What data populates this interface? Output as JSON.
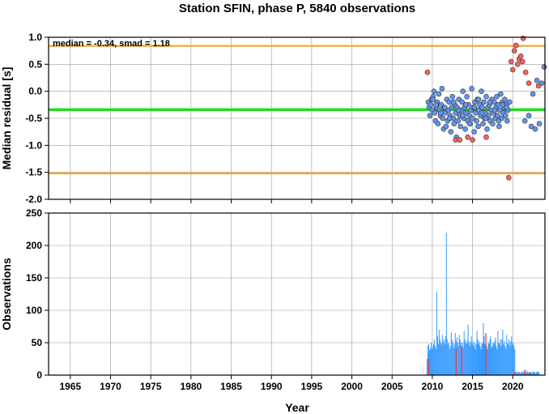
{
  "chart_data": [
    {
      "type": "scatter",
      "title": "Station SFIN, phase P, 5840 observations",
      "xlabel": "",
      "ylabel": "Median residual [s]",
      "xlim": [
        1962.3,
        2024
      ],
      "ylim": [
        -2.0,
        1.0
      ],
      "yticks": [
        "1.0",
        "0.5",
        "0.0",
        "-0.5",
        "-1.0",
        "-1.5",
        "-2.0"
      ],
      "ytick_values": [
        1.0,
        0.5,
        0.0,
        -0.5,
        -1.0,
        -1.5,
        -2.0
      ],
      "grid": true,
      "annotation": "median = -0.34, smad = 1.18",
      "reference_lines": [
        {
          "y": -0.34,
          "color": "#22dd22",
          "role": "median"
        },
        {
          "y": 0.84,
          "color": "#f5a623",
          "role": "upper bound"
        },
        {
          "y": -1.52,
          "color": "#f5a623",
          "role": "lower bound"
        }
      ],
      "colors": {
        "normal": "#6495ed",
        "outlier": "#ff6060"
      },
      "series": [
        {
          "marker": "normal",
          "x": [
            2009.5,
            2009.6,
            2009.7,
            2009.8,
            2009.9,
            2010.0,
            2010.1,
            2010.2,
            2010.3,
            2010.4,
            2010.5,
            2010.6,
            2010.7,
            2010.8,
            2010.9,
            2011.0,
            2011.1,
            2011.2,
            2011.3,
            2011.4,
            2011.5,
            2011.6,
            2011.7,
            2011.8,
            2011.9,
            2012.0,
            2012.1,
            2012.2,
            2012.3,
            2012.4,
            2012.5,
            2012.6,
            2012.7,
            2012.8,
            2012.9,
            2013.0,
            2013.1,
            2013.2,
            2013.3,
            2013.4,
            2013.5,
            2013.6,
            2013.7,
            2013.8,
            2013.9,
            2014.0,
            2014.1,
            2014.2,
            2014.3,
            2014.4,
            2014.5,
            2014.6,
            2014.7,
            2014.8,
            2014.9,
            2015.0,
            2015.1,
            2015.2,
            2015.3,
            2015.4,
            2015.5,
            2015.6,
            2015.7,
            2015.8,
            2015.9,
            2016.0,
            2016.1,
            2016.2,
            2016.3,
            2016.4,
            2016.5,
            2016.6,
            2016.7,
            2016.8,
            2016.9,
            2017.0,
            2017.1,
            2017.2,
            2017.3,
            2017.4,
            2017.5,
            2017.6,
            2017.7,
            2017.8,
            2017.9,
            2018.0,
            2018.1,
            2018.2,
            2018.3,
            2018.4,
            2018.5,
            2018.6,
            2018.7,
            2018.8,
            2018.9,
            2019.0,
            2019.1,
            2019.2,
            2019.3,
            2019.4,
            2019.6,
            2021.5,
            2022.0,
            2022.3,
            2022.5,
            2022.8,
            2023.0,
            2023.3,
            2023.6,
            2023.9,
            2010.05,
            2010.45,
            2011.05,
            2011.55,
            2012.15,
            2012.65,
            2013.25,
            2013.75,
            2014.15,
            2014.65,
            2015.25,
            2015.75,
            2016.15,
            2016.65,
            2017.15,
            2017.75,
            2018.25,
            2018.75,
            2019.25
          ],
          "y": [
            -0.2,
            -0.3,
            -0.45,
            -0.25,
            -0.15,
            -0.35,
            -0.1,
            0.0,
            -0.4,
            -0.55,
            -0.3,
            -0.2,
            -0.6,
            -0.05,
            -0.35,
            -0.45,
            -0.25,
            0.05,
            -0.5,
            -0.7,
            -0.3,
            -0.4,
            -0.65,
            -0.15,
            -0.55,
            -0.35,
            -0.2,
            -0.45,
            -0.75,
            -0.3,
            -0.1,
            -0.5,
            -0.6,
            -0.25,
            -0.4,
            -0.85,
            -0.3,
            -0.55,
            -0.15,
            -0.45,
            -0.65,
            -0.35,
            -0.2,
            0.0,
            -0.5,
            -0.3,
            -0.7,
            -0.4,
            -0.1,
            -0.55,
            -0.25,
            -0.45,
            -0.6,
            -0.35,
            0.05,
            -0.5,
            -0.3,
            -0.75,
            -0.2,
            -0.4,
            -0.55,
            -0.15,
            -0.65,
            -0.35,
            -0.25,
            -0.45,
            0.0,
            -0.3,
            -0.6,
            -0.2,
            -0.5,
            -0.4,
            -0.1,
            -0.7,
            -0.3,
            -0.45,
            -0.25,
            -0.55,
            -0.35,
            -0.15,
            -0.6,
            -0.4,
            -0.2,
            -0.5,
            -0.3,
            -0.1,
            -0.45,
            -0.25,
            -0.65,
            -0.35,
            -0.05,
            -0.5,
            -0.2,
            -0.4,
            -0.3,
            -0.15,
            -0.45,
            -0.25,
            -0.55,
            -0.35,
            -0.2,
            -0.55,
            -0.45,
            -0.65,
            -0.05,
            -0.7,
            0.2,
            -0.6,
            0.15,
            0.45,
            -0.15,
            -0.25,
            -0.4,
            -0.3,
            -0.5,
            -0.2,
            -0.35,
            -0.45,
            -0.25,
            -0.6,
            -0.3,
            -0.15,
            -0.4,
            -0.5,
            -0.2,
            -0.35,
            -0.55,
            -0.25,
            -0.3
          ]
        },
        {
          "marker": "outlier",
          "x": [
            2009.4,
            2012.9,
            2013.4,
            2014.4,
            2015.0,
            2016.7,
            2019.5,
            2019.8,
            2020.0,
            2020.2,
            2020.4,
            2020.6,
            2020.8,
            2021.0,
            2021.2,
            2021.3,
            2021.6,
            2022.0,
            2023.2
          ],
          "y": [
            0.35,
            -0.9,
            -0.9,
            -0.85,
            -0.9,
            -0.85,
            -1.6,
            0.55,
            0.4,
            0.75,
            0.85,
            0.5,
            0.6,
            0.65,
            0.55,
            0.98,
            0.35,
            0.15,
            0.1
          ]
        }
      ]
    },
    {
      "type": "bar",
      "title": "",
      "xlabel": "Year",
      "ylabel": "Observations",
      "xlim": [
        1962.3,
        2024
      ],
      "ylim": [
        0,
        250
      ],
      "yticks": [
        "0",
        "50",
        "100",
        "150",
        "200",
        "250"
      ],
      "ytick_values": [
        0,
        50,
        100,
        150,
        200,
        250
      ],
      "xticks": [
        "1965",
        "1970",
        "1975",
        "1980",
        "1985",
        "1990",
        "1995",
        "2000",
        "2005",
        "2010",
        "2015",
        "2020"
      ],
      "xtick_values": [
        1965,
        1970,
        1975,
        1980,
        1985,
        1990,
        1995,
        2000,
        2005,
        2010,
        2015,
        2020
      ],
      "grid": true,
      "colors": {
        "normal": "#3399ff",
        "outlier": "#ff3333"
      },
      "bar_start": 2009.3,
      "bar_width": 0.1,
      "values": [
        25,
        45,
        48,
        38,
        42,
        50,
        40,
        44,
        48,
        55,
        45,
        40,
        128,
        60,
        48,
        70,
        55,
        50,
        47,
        62,
        52,
        55,
        48,
        60,
        220,
        55,
        48,
        50,
        40,
        45,
        66,
        55,
        50,
        42,
        48,
        65,
        52,
        58,
        50,
        45,
        62,
        55,
        50,
        45,
        50,
        42,
        68,
        55,
        50,
        48,
        54,
        78,
        50,
        45,
        52,
        60,
        48,
        52,
        45,
        50,
        40,
        48,
        68,
        55,
        48,
        52,
        45,
        40,
        50,
        48,
        80,
        60,
        48,
        55,
        45,
        40,
        50,
        48,
        55,
        60,
        42,
        45,
        50,
        48,
        52,
        58,
        45,
        40,
        68,
        50,
        48,
        55,
        45,
        55,
        70,
        48,
        52,
        45,
        40,
        62,
        50,
        48,
        55,
        45,
        52,
        60,
        48,
        50,
        45,
        40,
        4,
        5,
        3,
        6,
        4,
        5,
        3,
        4,
        5,
        6,
        4,
        3,
        5,
        8,
        4,
        6,
        3,
        5,
        4,
        5,
        3,
        4,
        6,
        5,
        4,
        3,
        5,
        4,
        6,
        5
      ],
      "outlier_bars": [
        {
          "x": 2009.5,
          "value": 25
        },
        {
          "x": 2012.9,
          "value": 40
        },
        {
          "x": 2013.6,
          "value": 45
        },
        {
          "x": 2016.6,
          "value": 65
        },
        {
          "x": 2020.2,
          "value": 5
        },
        {
          "x": 2021.4,
          "value": 8
        },
        {
          "x": 2022.0,
          "value": 5
        }
      ]
    }
  ]
}
